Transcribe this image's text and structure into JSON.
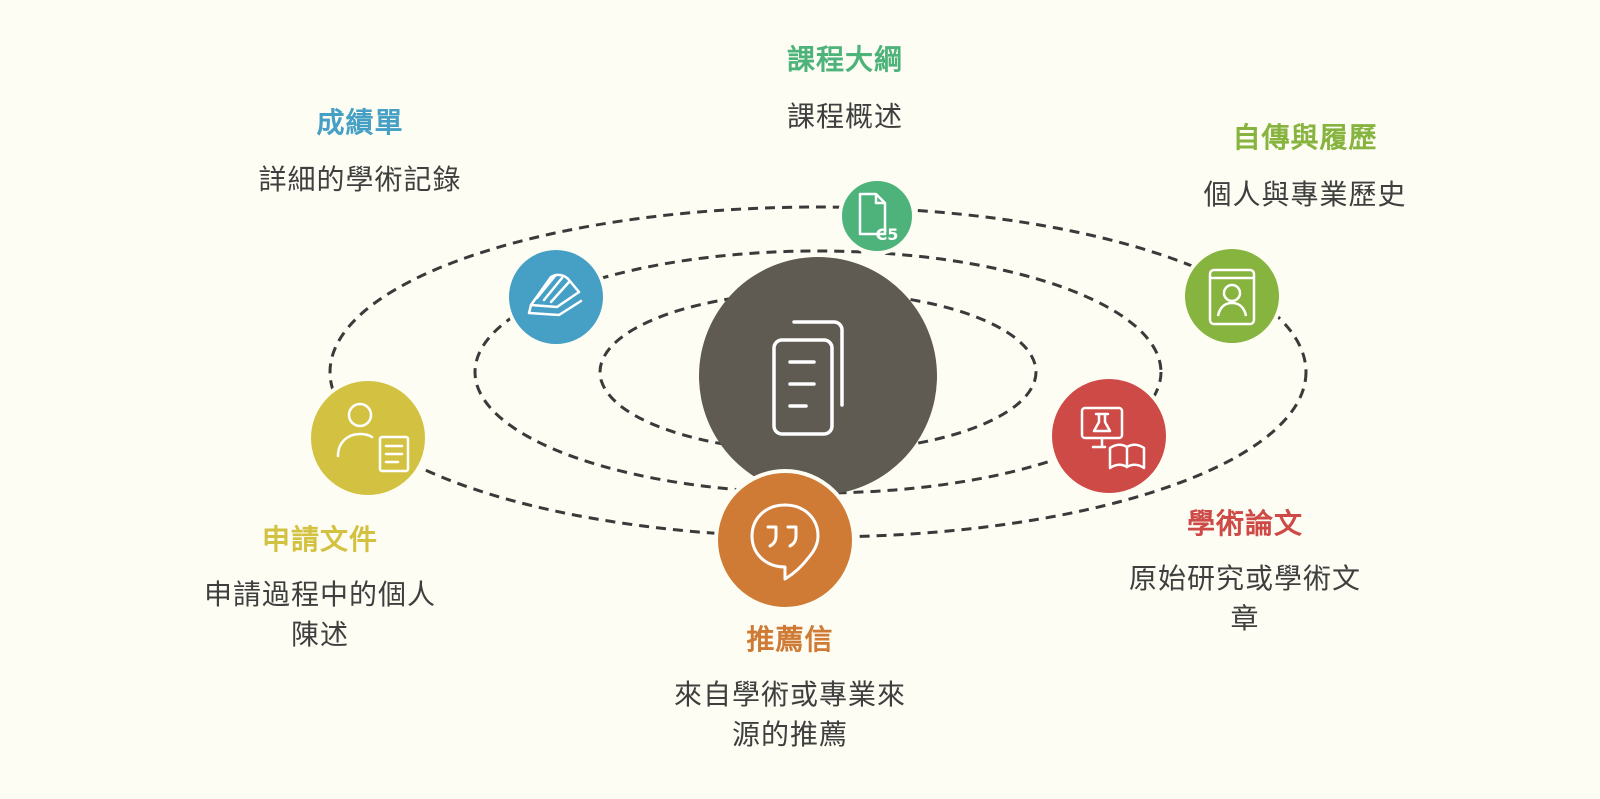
{
  "colors": {
    "background": "#fdfdf3",
    "center": "#5f5b52",
    "orbit": "#3a3a3a",
    "syllabus": "#4db37a",
    "transcript": "#469fc5",
    "cv": "#87b33f",
    "application": "#d3c242",
    "paper": "#cd4a47",
    "letter": "#cf7b35"
  },
  "center": {
    "icon": "documents-icon"
  },
  "items": {
    "syllabus": {
      "title": "課程大綱",
      "desc": [
        "課程概述"
      ],
      "icon": "file-c5-icon",
      "icon_text": "C5"
    },
    "transcript": {
      "title": "成績單",
      "desc": [
        "詳細的學術記錄"
      ],
      "icon": "open-book-icon"
    },
    "cv": {
      "title": "自傳與履歷",
      "desc": [
        "個人與專業歷史"
      ],
      "icon": "profile-card-icon"
    },
    "application": {
      "title": "申請文件",
      "desc": [
        "申請過程中的個人",
        "陳述"
      ],
      "icon": "person-document-icon"
    },
    "paper": {
      "title": "學術論文",
      "desc": [
        "原始研究或學術文",
        "章"
      ],
      "icon": "monitor-flask-book-icon"
    },
    "letter": {
      "title": "推薦信",
      "desc": [
        "來自學術或專業來",
        "源的推薦"
      ],
      "icon": "quote-bubble-icon"
    }
  }
}
